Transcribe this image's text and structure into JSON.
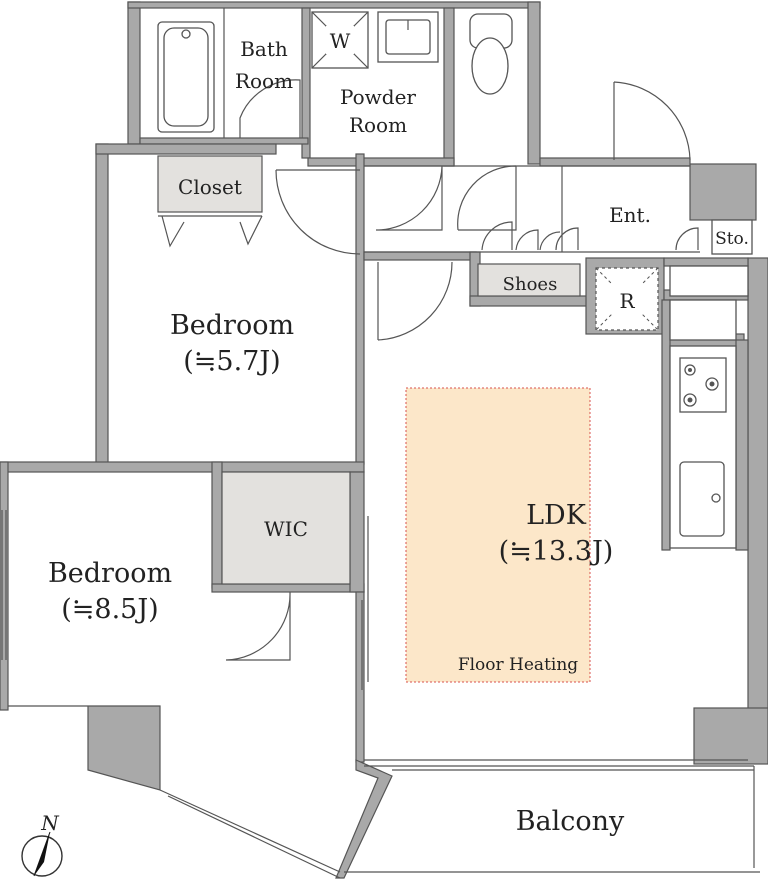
{
  "floorplan": {
    "rooms": {
      "bath_line1": "Bath",
      "bath_line2": "Room",
      "washer": "W",
      "powder_line1": "Powder",
      "powder_line2": "Room",
      "closet": "Closet",
      "entrance": "Ent.",
      "storage": "Sto.",
      "shoes": "Shoes",
      "refrigerator": "R",
      "bedroom1_name": "Bedroom",
      "bedroom1_size": "(≒5.7J)",
      "bedroom2_name": "Bedroom",
      "bedroom2_size": "(≒8.5J)",
      "wic": "WIC",
      "ldk_name": "LDK",
      "ldk_size": "(≒13.3J)",
      "floor_heating": "Floor Heating",
      "balcony": "Balcony"
    },
    "compass": {
      "label": "N"
    },
    "colors": {
      "wall": "#a9a9a9",
      "floor_heating": "#fce7c9",
      "floor_heating_border": "#d9534f",
      "storage": "#e3e1de"
    }
  }
}
